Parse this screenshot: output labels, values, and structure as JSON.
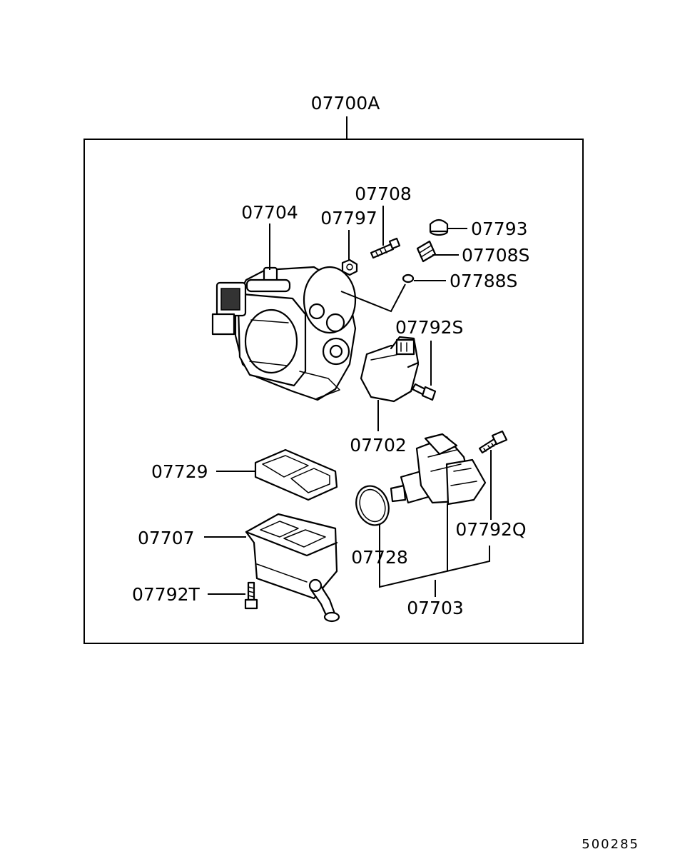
{
  "diagram": {
    "assembly_label": "07700A",
    "reference_number": "500285",
    "parts": [
      {
        "id": "p07704",
        "label": "07704"
      },
      {
        "id": "p07797",
        "label": "07797"
      },
      {
        "id": "p07708",
        "label": "07708"
      },
      {
        "id": "p07793",
        "label": "07793"
      },
      {
        "id": "p07708S",
        "label": "07708S"
      },
      {
        "id": "p07788S",
        "label": "07788S"
      },
      {
        "id": "p07792S",
        "label": "07792S"
      },
      {
        "id": "p07702",
        "label": "07702"
      },
      {
        "id": "p07729",
        "label": "07729"
      },
      {
        "id": "p07707",
        "label": "07707"
      },
      {
        "id": "p07728",
        "label": "07728"
      },
      {
        "id": "p07792Q",
        "label": "07792Q"
      },
      {
        "id": "p07792T",
        "label": "07792T"
      },
      {
        "id": "p07703",
        "label": "07703"
      }
    ]
  }
}
